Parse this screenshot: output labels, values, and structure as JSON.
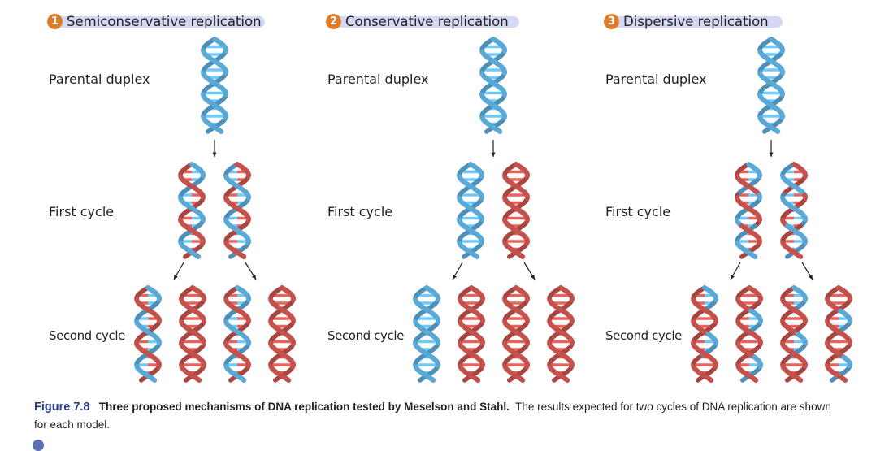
{
  "models": [
    {
      "number": "1",
      "title": "Semiconservative replication",
      "parental_label": "Parental duplex",
      "first_label": "First cycle",
      "second_label": "Second cycle"
    },
    {
      "number": "2",
      "title": "Conservative replication",
      "parental_label": "Parental duplex",
      "first_label": "First cycle",
      "second_label": "Second cycle"
    },
    {
      "number": "3",
      "title": "Dispersive replication",
      "parental_label": "Parental duplex",
      "first_label": "First cycle",
      "second_label": "Second cycle"
    }
  ],
  "caption": {
    "label": "Figure 7.8",
    "title": "Three proposed mechanisms of DNA replication tested by Meselson and Stahl.",
    "text": "The results expected for two cycles of DNA replication are shown for each model."
  },
  "colors": {
    "parental_strand": "#5aa8d6",
    "new_strand": "#c4514c",
    "badge": "#e07b26",
    "title_highlight": "#d3d8f4",
    "figure_label": "#2a3a8f"
  }
}
